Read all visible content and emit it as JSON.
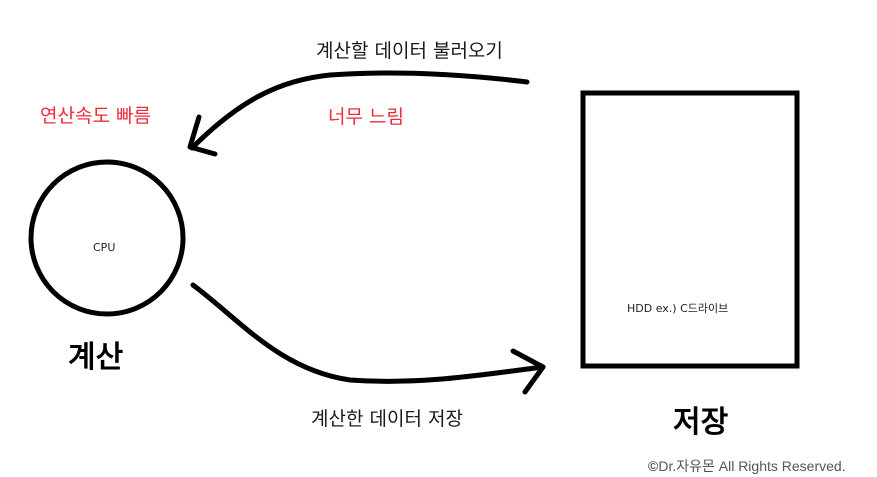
{
  "diagram": {
    "cpu": {
      "label": "CPU",
      "caption": "계산",
      "speed_note": "연산속도 빠름"
    },
    "storage": {
      "label": "HDD ex.) C드라이브",
      "caption": "저장"
    },
    "arrows": {
      "load": {
        "label": "계산할 데이터 불러오기",
        "note": "너무 느림",
        "direction": "storage-to-cpu"
      },
      "save": {
        "label": "계산한 데이터 저장",
        "direction": "cpu-to-storage"
      }
    },
    "colors": {
      "stroke": "#000000",
      "note_red": "#ee2b38",
      "text": "#1a1a1a"
    }
  },
  "footer": {
    "copyright_symbol": "©",
    "copyright_text": "Dr.자유몬 All Rights Reserved."
  }
}
